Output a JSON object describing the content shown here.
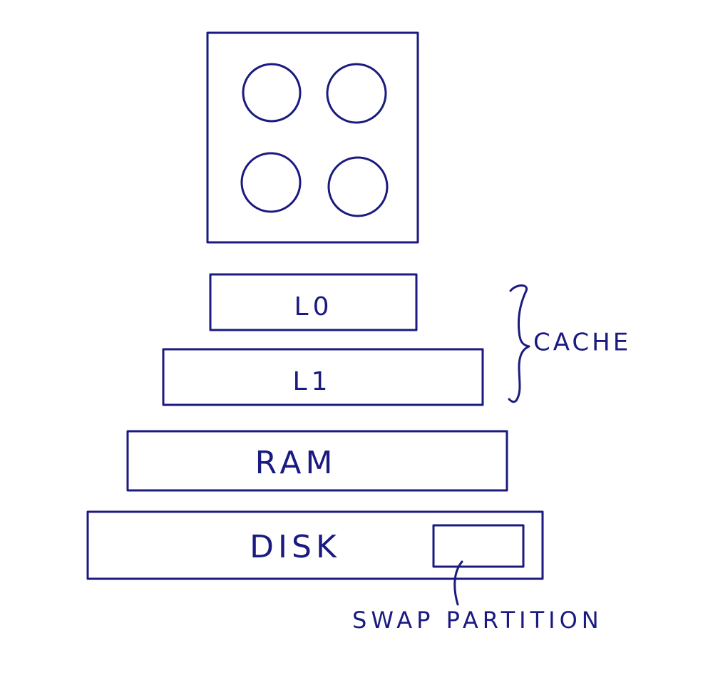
{
  "diagram": {
    "cpu": {
      "cores": [
        "core",
        "core",
        "core",
        "core"
      ]
    },
    "cache_label": "CACHE",
    "levels": {
      "l0": "L0",
      "l1": "L1",
      "ram": "RAM",
      "disk": "DISK"
    },
    "swap_label": "SWAP PARTITION",
    "ink_color": "#1a1a80"
  }
}
